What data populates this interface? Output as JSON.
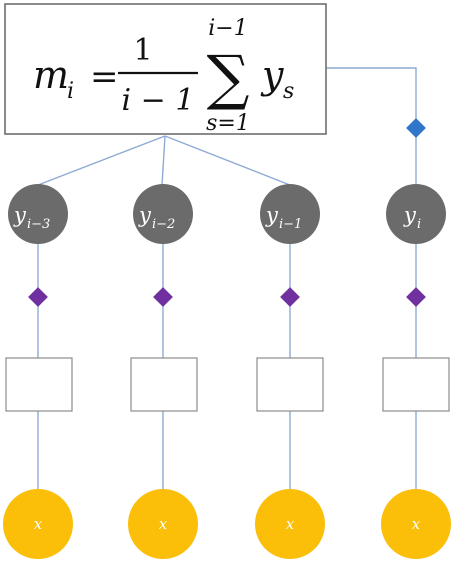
{
  "formula": {
    "lhs": "m",
    "lhs_sub": "i",
    "equals": "=",
    "numerator": "1",
    "denominator": "i − 1",
    "sum_upper": "i−1",
    "sum_symbol": "∑",
    "sum_lower": "s=1",
    "summand": "y",
    "summand_sub": "s"
  },
  "y_nodes": [
    {
      "base": "y",
      "sub": "i−3"
    },
    {
      "base": "y",
      "sub": "i−2"
    },
    {
      "base": "y",
      "sub": "i−1"
    },
    {
      "base": "y",
      "sub": "i"
    }
  ],
  "x_nodes": [
    {
      "label": "x"
    },
    {
      "label": "x"
    },
    {
      "label": "x"
    },
    {
      "label": "x"
    }
  ],
  "colors": {
    "y_node": "#6b6b6b",
    "x_node": "#fbbf0a",
    "factor_purple": "#7030a0",
    "factor_blue": "#2f75c9",
    "edge": "#8eaad6"
  }
}
